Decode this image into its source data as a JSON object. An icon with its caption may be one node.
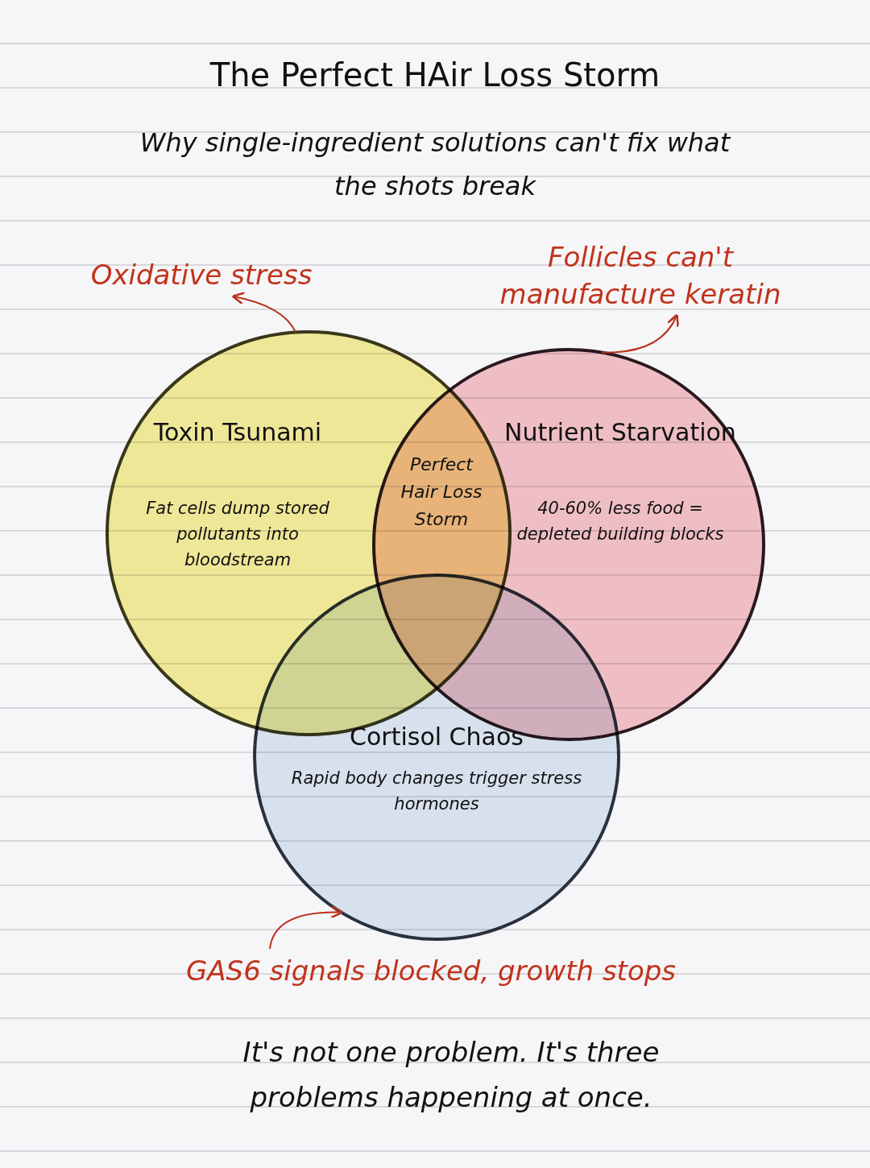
{
  "diagram": {
    "title": "The Perfect HAir Loss Storm",
    "caption": "It's not one problem. It's three problems happening at once.",
    "nodes": [
      {
        "text": [
          "Oxidative stress"
        ]
      },
      {
        "text": [
          "Follicles can't manufacture keratin"
        ]
      },
      {
        "text": [
          "Toxin Tsunami",
          "Fat cells dump stored pollutants into bloodstream"
        ]
      },
      {
        "text": [
          "Perfect Hair Loss Storm"
        ]
      },
      {
        "text": [
          "Nutrient Starvation",
          "40-60% less food = depleted building blocks"
        ]
      },
      {
        "text": [
          "Cortisol Chaos",
          "Rapid body changes trigger stress hormones"
        ]
      },
      {
        "text": [
          "GAS6 signals blocked, growth stops"
        ]
      }
    ],
    "edges": [
      {
        "from": 2,
        "to": 0,
        "arrow": "to"
      },
      {
        "from": 4,
        "to": 1,
        "arrow": "to"
      },
      {
        "from": 6,
        "to": 5,
        "arrow": "to"
      }
    ],
    "labels": [
      "Why single-ingredient solutions can't fix what the shots break"
    ]
  }
}
